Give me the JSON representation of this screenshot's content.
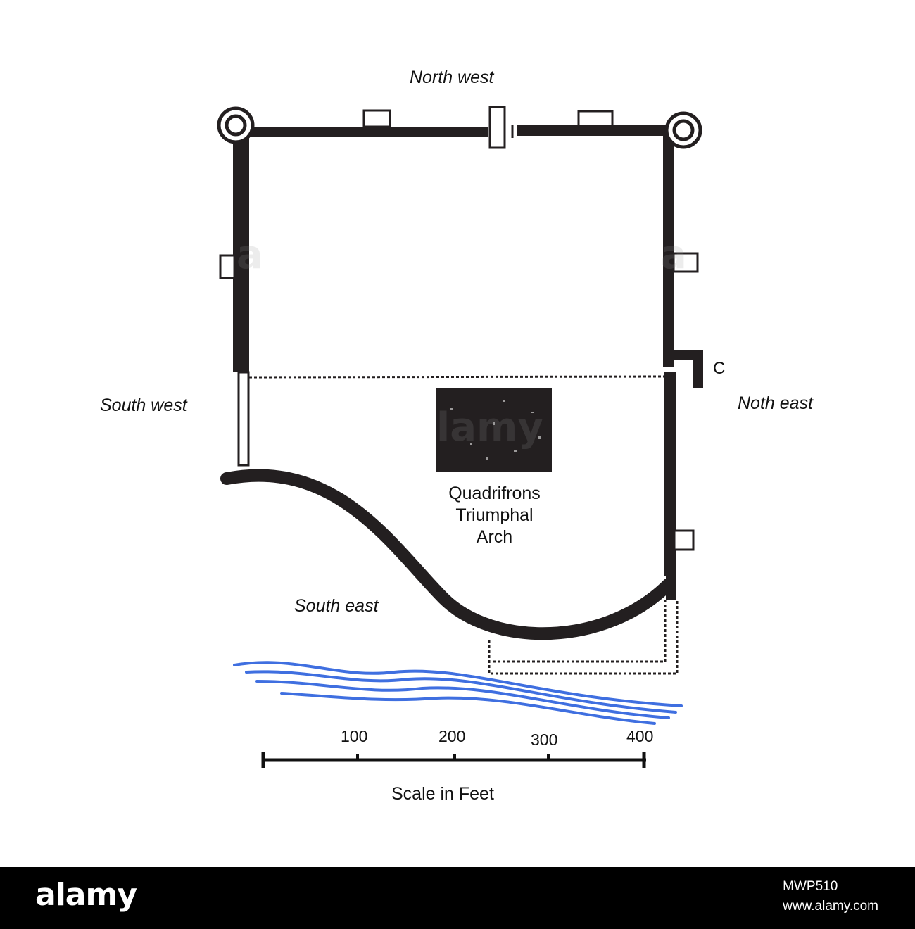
{
  "labels": {
    "north_west": "North west",
    "south_west": "South west",
    "north_east": "Noth east",
    "south_east": "South east",
    "gate_c": "C",
    "arch_line1": "Quadrifrons",
    "arch_line2": "Triumphal",
    "arch_line3": "Arch"
  },
  "scale": {
    "caption": "Scale in Feet",
    "ticks": [
      "100",
      "200",
      "300",
      "400"
    ]
  },
  "colors": {
    "wall": "#231f20",
    "river": "#3f6fe0",
    "background": "#ffffff",
    "footer": "#000000"
  },
  "footer": {
    "brand": "alamy",
    "image_id": "MWP510",
    "site": "www.alamy.com"
  }
}
